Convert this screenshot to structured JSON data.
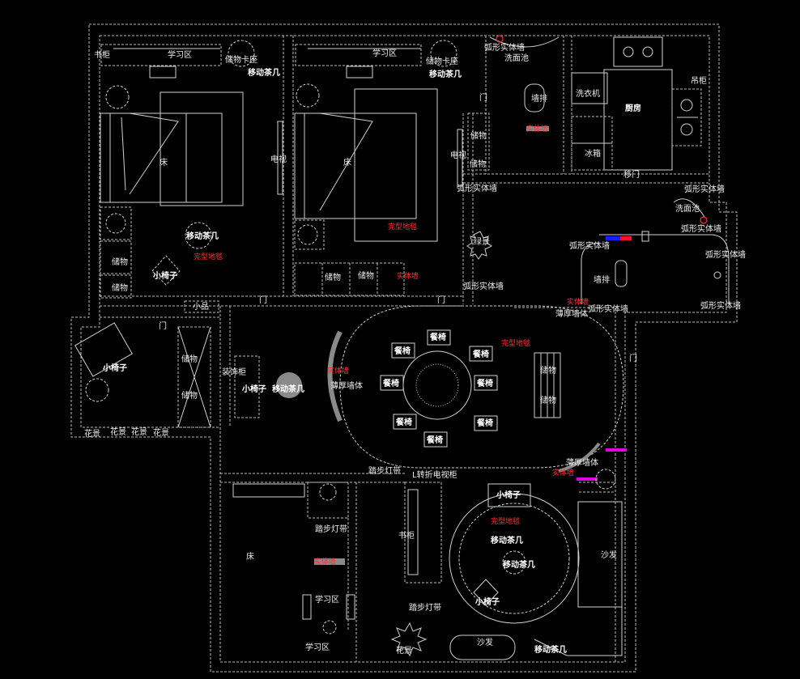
{
  "colors": {
    "background": "#000000",
    "line": "#c8c8c8",
    "label": "#ececec",
    "accent_red": "#ff3030",
    "accent_magenta": "#e000e0",
    "accent_blue": "#1020ff",
    "gray_fill": "#8a8a8a"
  },
  "labels": {
    "bookcase_tl": "书柜",
    "study_1": "学习区",
    "storage_seat_1": "储物卡座",
    "mobile_table_1": "移动茶几",
    "study_2": "学习区",
    "storage_seat_2": "储物卡座",
    "mobile_table_2": "移动茶几",
    "curved_wall_top": "弧形实体墙",
    "washbasin_top": "洗面池",
    "door_bath1": "门",
    "toilet_1": "墙排",
    "solid_wall_bath1": "实体墙",
    "washer": "洗衣机",
    "kitchen": "厨房",
    "wall_cabinet": "吊柜",
    "fridge": "冰箱",
    "sliding_door": "移门",
    "bed_1": "床",
    "tv_1": "电视",
    "bed_2": "床",
    "tv_2": "电视",
    "storage_mid_1": "储物",
    "storage_mid_2": "储物",
    "curved_wall_a": "弧形实体墙",
    "curved_wall_b": "弧形实体墙",
    "washbasin_2": "洗面池",
    "curved_wall_c": "弧形实体墙",
    "plant_1": "绿景",
    "curved_wall_d": "弧形实体墙",
    "curved_wall_e": "弧形实体墙",
    "curved_wall_f": "弧形实体墙",
    "toilet_2": "墙排",
    "solid_wall_2": "实体墙",
    "curved_wall_g": "弧形实体墙",
    "curved_wall_h": "弧形实体墙",
    "thin_wall_1": "薄厚墙体",
    "rug_1": "完型地毯",
    "mobile_table_3": "移动茶几",
    "rug_2": "完型地毯",
    "stool_1": "小椅子",
    "storage_l1": "储物",
    "storage_l2": "储物",
    "storage_b1": "储物",
    "storage_b2": "储物",
    "solid_wall_3": "实体墙",
    "small_item": "小品",
    "door_mid": "门",
    "door_corr_1": "门",
    "door_corr_2": "门",
    "stool_2": "小椅子",
    "storage_w1": "储物",
    "storage_w2": "储物",
    "flower_1": "花景",
    "flower_2": "花景",
    "flower_3": "花景",
    "flower_4": "花景",
    "decor_cabinet": "装饰柜",
    "stool_3": "小椅子",
    "mobile_table_4": "移动茶几",
    "solid_wall_4": "实体墙",
    "thin_wall_2": "薄厚墙体",
    "chair_1": "餐椅",
    "chair_2": "餐椅",
    "chair_3": "餐椅",
    "chair_4": "餐椅",
    "chair_5": "餐椅",
    "chair_6": "餐椅",
    "chair_7": "餐椅",
    "chair_8": "餐椅",
    "rug_3": "完型地毯",
    "storage_r1": "储物",
    "storage_r2": "储物",
    "door_right": "门",
    "thin_wall_3": "薄厚墙体",
    "solid_wall_5": "实体墙",
    "step_light_1": "踏步灯带",
    "tv_cabinet": "L转折电视柜",
    "stool_4": "小椅子",
    "rug_4": "完型地毯",
    "step_light_2": "踏步灯带",
    "bookcase_2": "书柜",
    "solid_wall_6": "实体墙",
    "bed_3": "床",
    "mobile_table_5": "移动茶几",
    "mobile_table_6": "移动茶几",
    "sofa_1": "沙发",
    "stool_5": "小椅子",
    "study_3": "学习区",
    "step_light_3": "踏步灯带",
    "study_4": "学习区",
    "flower_5": "花景",
    "sofa_2": "沙发",
    "mobile_table_7": "移动茶几"
  }
}
